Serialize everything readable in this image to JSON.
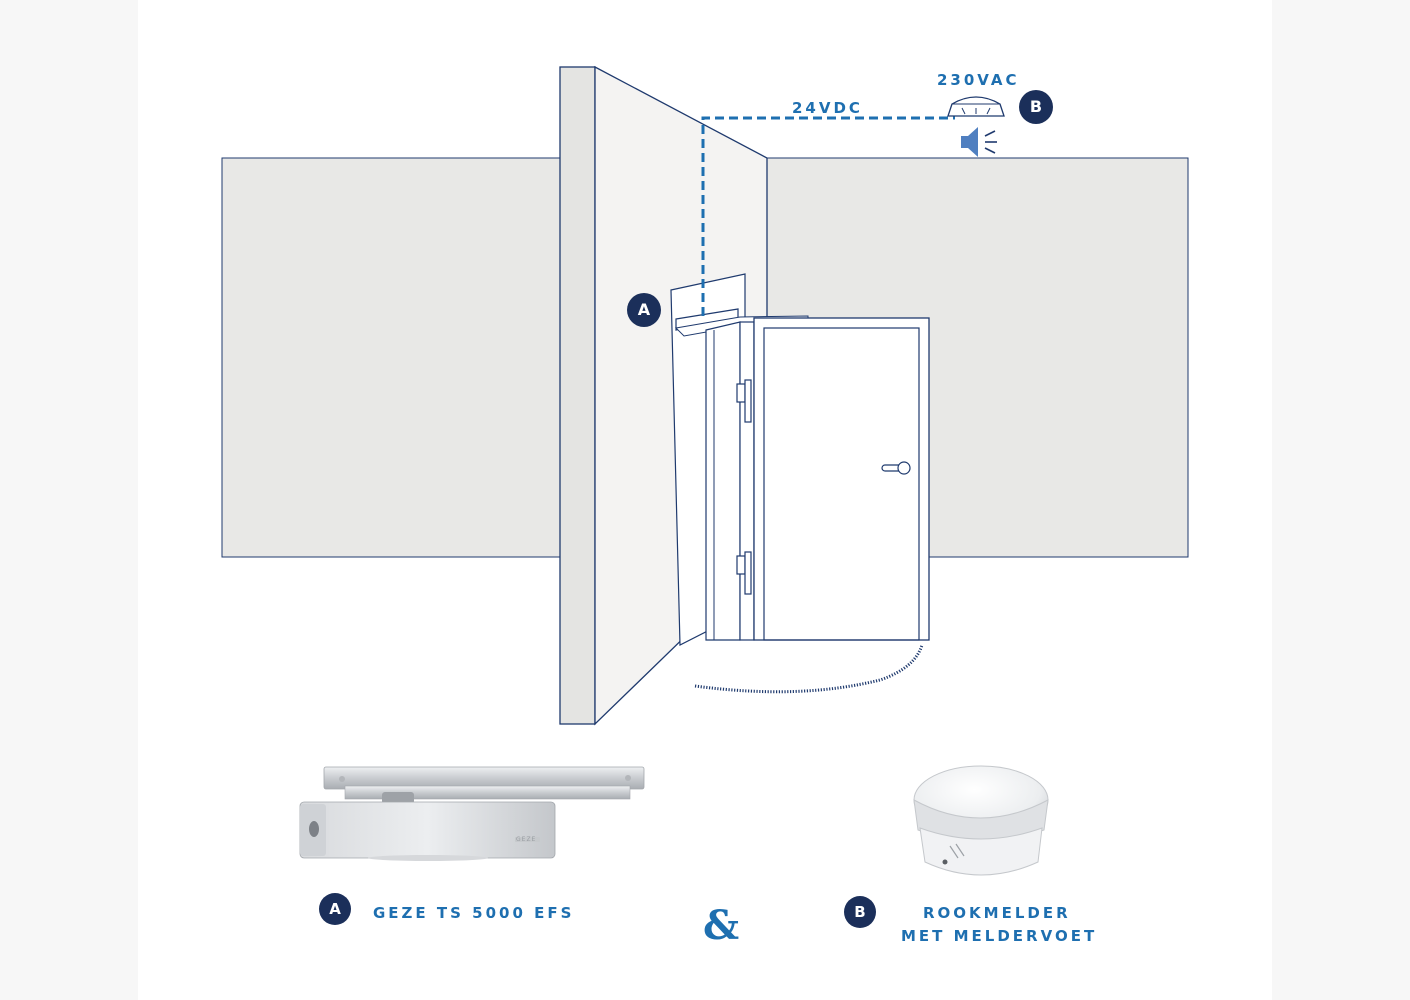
{
  "labels": {
    "voltage_detector": "230VAC",
    "voltage_line": "24VDC",
    "marker_a": "A",
    "marker_b": "B",
    "product_a": "GEZE TS 5000 EFS",
    "product_b_line1": "ROOKMELDER",
    "product_b_line2": "MET MELDERVOET",
    "ampersand": "&",
    "closer_brand": "GEZE"
  },
  "colors": {
    "accent_blue": "#1e6fb0",
    "badge_navy": "#1b2f5a",
    "line_navy": "#1f3a6e",
    "wall_grey": "#e8e8e6"
  },
  "icons": [
    "smoke-detector-icon",
    "speaker-alarm-icon"
  ]
}
